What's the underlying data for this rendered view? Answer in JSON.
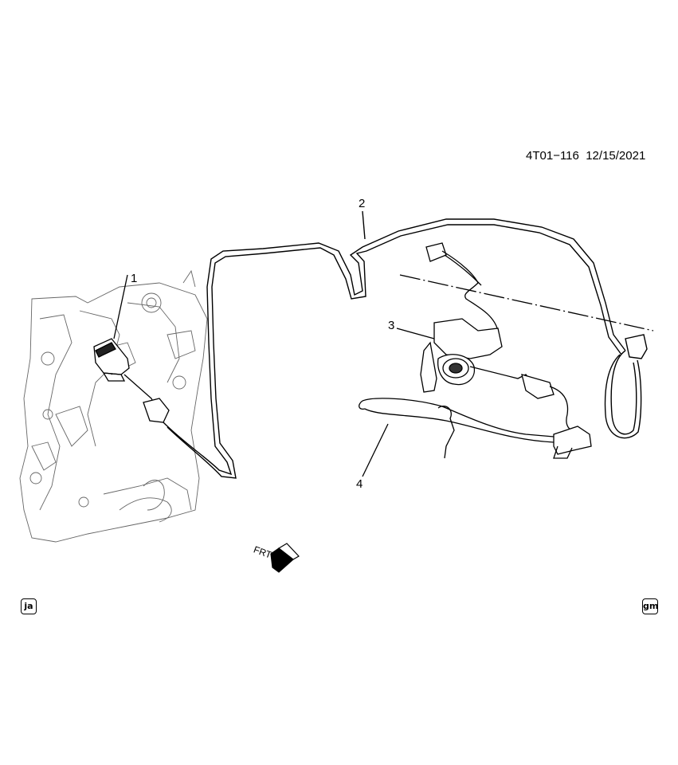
{
  "header": {
    "code": "4T01−116",
    "date": "12/15/2021"
  },
  "callouts": [
    "1",
    "2",
    "3",
    "4"
  ],
  "direction_label": "FRT",
  "badges": {
    "left": "ja",
    "right": "gm"
  }
}
